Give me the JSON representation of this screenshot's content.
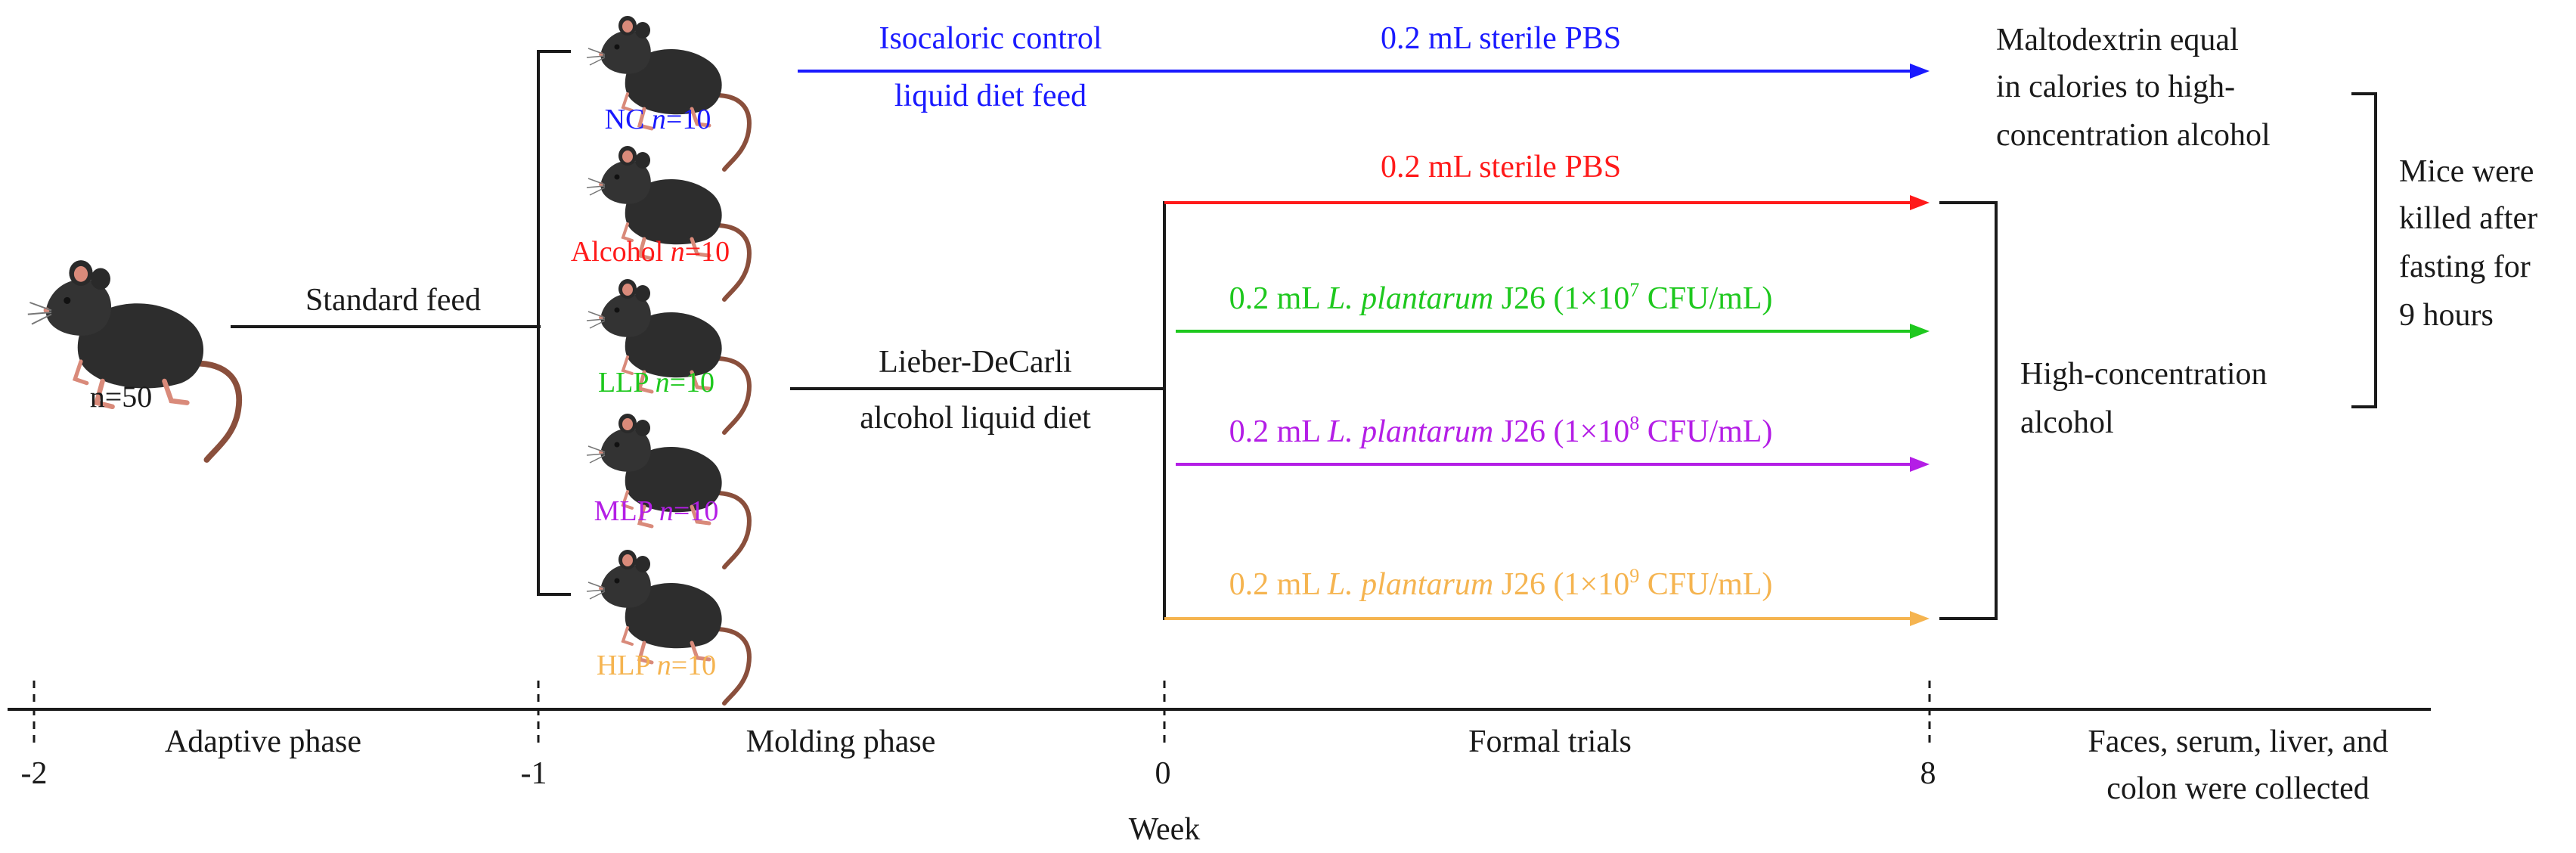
{
  "colors": {
    "nc": "#1a1aff",
    "alcohol": "#ff1a1a",
    "llp": "#1ec81e",
    "mlp": "#b41ee6",
    "hlp": "#f5b450",
    "ink": "#1a1a1a"
  },
  "icons": {
    "mouse": "mouse-icon"
  },
  "start": {
    "count": "n=50",
    "feed": "Standard feed"
  },
  "groups": [
    {
      "name": "NC",
      "n_label": "n",
      "n_value": "=10"
    },
    {
      "name": "Alcohol",
      "n_label": "n",
      "n_value": "=10"
    },
    {
      "name": "LLP",
      "n_label": "n",
      "n_value": "=10"
    },
    {
      "name": "MLP",
      "n_label": "n",
      "n_value": "=10"
    },
    {
      "name": "HLP",
      "n_label": "n",
      "n_value": "=10"
    }
  ],
  "control_diet": {
    "line1": "Isocaloric control",
    "line2": "liquid diet feed"
  },
  "alcohol_diet": {
    "line1": "Lieber-DeCarli",
    "line2": "alcohol liquid diet"
  },
  "treatments": {
    "nc": "0.2 mL sterile PBS",
    "alcohol": "0.2 mL sterile PBS",
    "llp": {
      "prefix": "0.2 mL ",
      "species": "L. plantarum",
      "strain": " J26 (1×10",
      "exp": "7",
      "suffix": " CFU/mL)"
    },
    "mlp": {
      "prefix": "0.2 mL ",
      "species": "L. plantarum",
      "strain": " J26 (1×10",
      "exp": "8",
      "suffix": " CFU/mL)"
    },
    "hlp": {
      "prefix": "0.2 mL ",
      "species": "L. plantarum",
      "strain": " J26 (1×10",
      "exp": "9",
      "suffix": " CFU/mL)"
    }
  },
  "outcome_nc": [
    "Maltodextrin equal",
    "in calories to high-",
    "concentration alcohol"
  ],
  "outcome_alcohol": [
    "High-concentration",
    "alcohol"
  ],
  "sacrifice": [
    "Mice were",
    "killed after",
    "fasting for",
    "9 hours"
  ],
  "timeline": {
    "ticks": [
      "-2",
      "-1",
      "0",
      "8"
    ],
    "phases": [
      "Adaptive phase",
      "Molding phase",
      "Formal trials"
    ],
    "axis_label": "Week",
    "collection": [
      "Faces, serum, liver, and",
      "colon were collected"
    ]
  }
}
